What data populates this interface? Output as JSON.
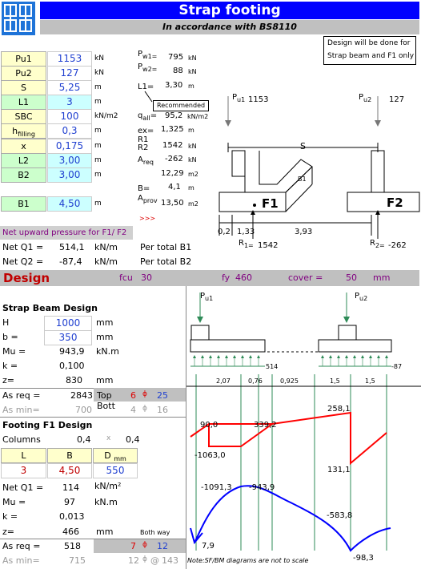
{
  "header": {
    "title": "Strap footing",
    "subtitle": "In accordance with BS8110",
    "note_line1": "Design will be done for",
    "note_line2": "Strap beam and F1 only"
  },
  "inputs": [
    {
      "label": "Pu1",
      "value": "1153",
      "unit": "kN"
    },
    {
      "label": "Pu2",
      "value": "127",
      "unit": "kN"
    },
    {
      "label": "S",
      "value": "5,25",
      "unit": "m"
    },
    {
      "label": "L1",
      "value": "3",
      "unit": "m"
    },
    {
      "label": "SBC",
      "value": "100",
      "unit": "kN/m2"
    },
    {
      "label": "h",
      "label_sub": "filling",
      "value": "0,3",
      "unit": "m"
    },
    {
      "label": "x",
      "value": "0,175",
      "unit": "m"
    },
    {
      "label": "L2",
      "value": "3,00",
      "unit": "m"
    },
    {
      "label": "B2",
      "value": "3,00",
      "unit": "m"
    },
    {
      "label": "B1",
      "value": "4,50",
      "unit": "m"
    }
  ],
  "calc": {
    "pw1_l": "P",
    "pw1_s": "w1=",
    "pw1_v": "795",
    "pw1_u": "kN",
    "pw2_l": "P",
    "pw2_s": "w2=",
    "pw2_v": "88",
    "pw2_u": "kN",
    "l1_l": "L1=",
    "l1_v": "3,30",
    "l1_u": "m",
    "recommended": "Recommended",
    "qall_l": "q",
    "qall_s": "all",
    "qall_eq": "=",
    "qall_v": "95,2",
    "qall_u": "kN/m2",
    "ex_l": "ex=",
    "ex_v": "1,325",
    "ex_u": "m",
    "r1_l": "R1",
    "r2_l": "R2",
    "r1_v": "1542",
    "r1_u": "kN",
    "r2_v": "-262",
    "r2_u": "kN",
    "areq_l": "A",
    "areq_s": "req",
    "areq_v": "12,29",
    "areq_u": "m2",
    "b_l": "B=",
    "b_v": "4,1",
    "b_u": "m",
    "aprov_l": "A",
    "aprov_s": "prov",
    "aprov_v": "13,50",
    "aprov_u": "m2",
    "arrows": ">>>"
  },
  "sketch": {
    "pu1": "P",
    "pu1_s": "u1",
    "pu1_v": "1153",
    "pu2": "P",
    "pu2_s": "u2",
    "pu2_v": "127",
    "s": "S",
    "b1": "B1",
    "f1": "F1",
    "f2": "F2",
    "d1": "0,2",
    "d2": "1,33",
    "d3": "3,93",
    "r1": "R",
    "r1_s": "1=",
    "r1_v": "1542",
    "r2": "R",
    "r2_s": "2=",
    "r2_v": "-262"
  },
  "net": {
    "title": "Net upward pressure for F1/ F2",
    "q1_l": "Net Q1 =",
    "q1_v": "514,1",
    "q1_u": "kN/m",
    "q1_n": "Per total B1",
    "q2_l": "Net Q2 =",
    "q2_v": "-87,4",
    "q2_u": "kN/m",
    "q2_n": "Per total B2"
  },
  "design": {
    "title": "Design",
    "fcu_l": "fcu",
    "fcu_v": "30",
    "fy_l": "fy",
    "fy_v": "460",
    "cover_l": "cover =",
    "cover_v": "50",
    "cover_u": "mm"
  },
  "strap": {
    "title": "Strap  Beam Design",
    "h_l": "H",
    "h_v": "1000",
    "h_u": "mm",
    "b_l": "b =",
    "b_v": "350",
    "b_u": "mm",
    "mu_l": "Mu =",
    "mu_v": "943,9",
    "mu_u": "kN.m",
    "k_l": "k =",
    "k_v": "0,100",
    "z_l": "z=",
    "z_v": "830",
    "z_u": "mm",
    "asreq_l": "As req =",
    "asreq_v": "2843",
    "top_l": "Top",
    "top_n": "6",
    "phi": "ϕ",
    "top_d": "25",
    "bott_l": "Bott",
    "bott_n": "4",
    "bott_d": "16",
    "asmin_l": "As min=",
    "asmin_v": "700"
  },
  "footing": {
    "title": "Footing F1 Design",
    "col_l": "Columns",
    "col_a": "0,4",
    "col_x": "x",
    "col_b": "0,4",
    "hdr_l": "L",
    "hdr_b": "B",
    "hdr_d": "D",
    "hdr_d_s": "mm",
    "l_v": "3",
    "b_v": "4,50",
    "d_v": "550",
    "q1_l": "Net Q1 =",
    "q1_v": "114",
    "q1_u": "kN/m²",
    "mu_l": "Mu =",
    "mu_v": "97",
    "mu_u": "kN.m",
    "k_l": "k =",
    "k_v": "0,013",
    "z_l": "z=",
    "z_v": "466",
    "z_u": "mm",
    "both": "Both way",
    "asreq_l": "As req =",
    "asreq_v": "518",
    "n": "7",
    "phi": "ϕ",
    "d": "12",
    "asmin_l": "As min=",
    "asmin_v": "715",
    "min_n": "12",
    "min_at": "@",
    "min_s": "143"
  },
  "diagram": {
    "pu1": "P",
    "pu1_s": "u1",
    "pu2": "P",
    "pu2_s": "u2",
    "q1": "514",
    "q2": "-87",
    "dims": [
      "2,07",
      "0,76",
      "0,925",
      "1,5",
      "1,5"
    ],
    "sf": [
      "90,0",
      "339,2",
      "258,1",
      "-1063,0",
      "131,1"
    ],
    "bm": [
      "-1091,3",
      "-943,9",
      "-583,8",
      "7,9",
      "-98,3"
    ],
    "note": "Note:SF/BM diagrams are not to scale"
  },
  "colors": {
    "header_blue": "#0000ff",
    "accent_red": "#ff0000",
    "bm_blue": "#0000ff",
    "grid_green": "#2e8b57"
  }
}
